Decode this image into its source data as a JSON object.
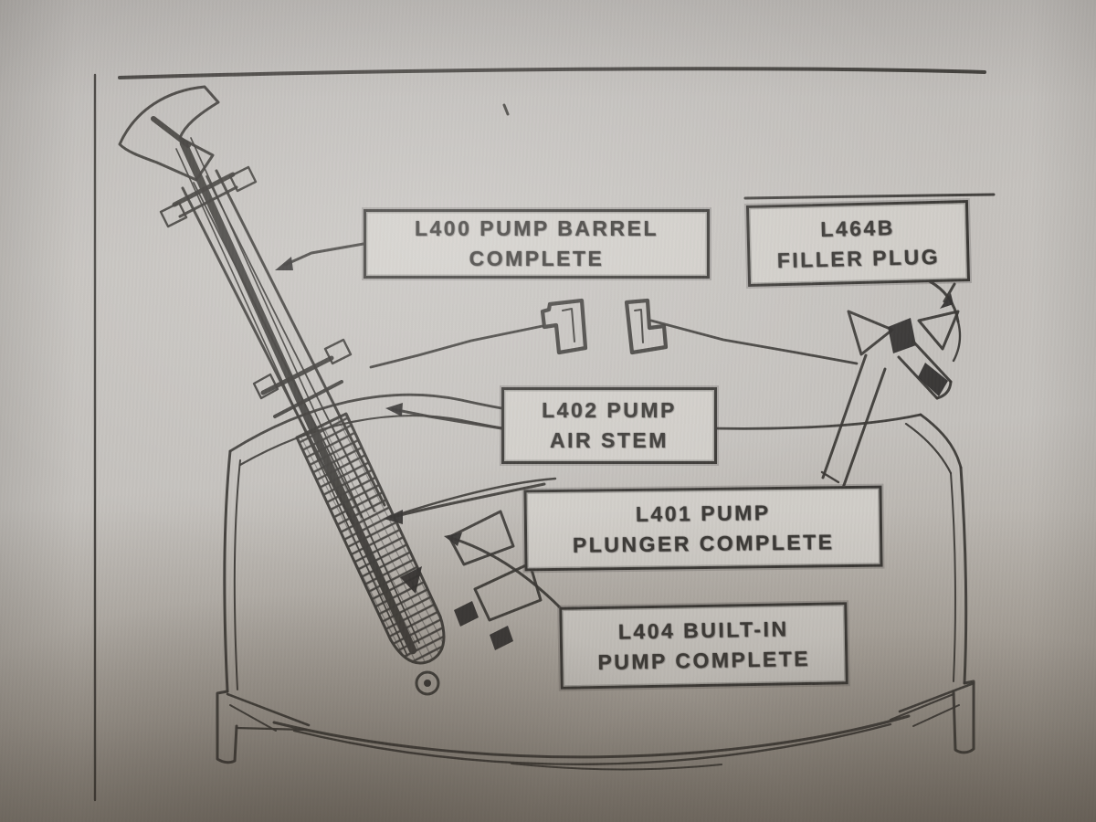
{
  "figure": {
    "type": "parts-diagram",
    "subject": "built-in fuel pump assembly on tank",
    "labels": {
      "pump_barrel": {
        "line1": "L400 PUMP BARREL",
        "line2": "COMPLETE"
      },
      "filler_plug": {
        "line1": "L464B",
        "line2": "FILLER PLUG"
      },
      "air_stem": {
        "line1": "L402 PUMP",
        "line2": "AIR STEM"
      },
      "pump_plunger": {
        "line1": "L401 PUMP",
        "line2": "PLUNGER COMPLETE"
      },
      "built_in_pump": {
        "line1": "L404 BUILT-IN",
        "line2": "PUMP COMPLETE"
      }
    },
    "colors": {
      "ink": "#3a3835",
      "paper_light": "#c5c2be",
      "paper_shadow": "#948d84",
      "label_fill": "#d0cdc8"
    }
  }
}
